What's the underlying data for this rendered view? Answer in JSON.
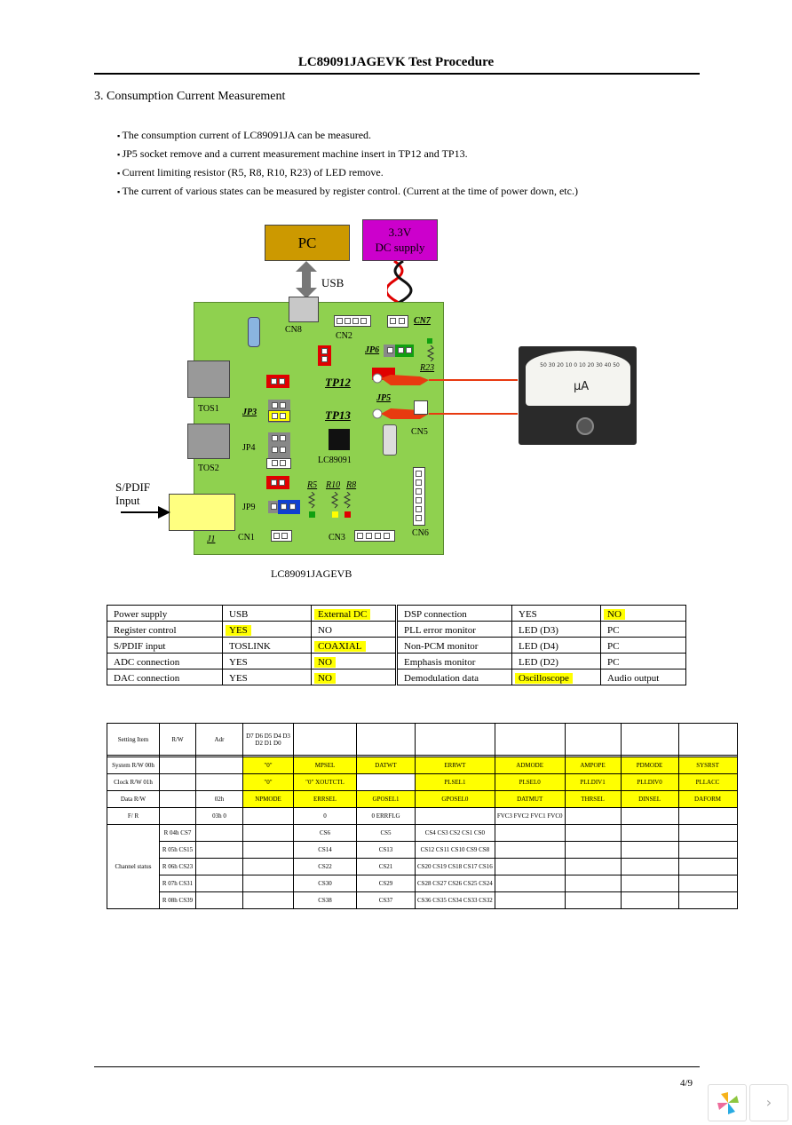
{
  "header": {
    "title": "LC89091JAGEVK Test Procedure"
  },
  "section": {
    "title": "3.  Consumption Current Measurement"
  },
  "bullets": [
    "The consumption current of LC89091JA can be measured.",
    "JP5 socket remove and a current measurement machine insert in TP12 and TP13.",
    "Current limiting resistor (R5, R8, R10, R23) of LED remove.",
    "The current of various states can be measured by register control. (Current at the time of power down, etc.)"
  ],
  "diagram": {
    "pc": "PC",
    "supply_line1": "3.3V",
    "supply_line2": "DC supply",
    "usb": "USB",
    "cn8": "CN8",
    "cn2": "CN2",
    "cn7": "CN7",
    "jp6": "JP6",
    "r23": "R23",
    "tp12": "TP12",
    "tp13": "TP13",
    "jp5": "JP5",
    "cn5": "CN5",
    "tos1": "TOS1",
    "tos2": "TOS2",
    "jp3": "JP3",
    "jp4": "JP4",
    "chip": "LC89091",
    "r5": "R5",
    "r10": "R10",
    "r8": "R8",
    "jp9": "JP9",
    "j1": "J1",
    "cn1": "CN1",
    "cn3": "CN3",
    "cn6": "CN6",
    "spdif_line1": "S/PDIF",
    "spdif_line2": "Input",
    "board_caption": "LC89091JAGEVB",
    "meter_unit": "µA",
    "meter_scale": "50 30 20 10 0 10 20 30 40 50",
    "colors": {
      "board": "#8fd14f",
      "pc": "#cc9900",
      "supply": "#cc00cc",
      "probe": "#e83a10"
    }
  },
  "config_table": {
    "rows": [
      {
        "l1": "Power supply",
        "l2": "USB",
        "l3": "External DC",
        "l3_hl": true,
        "r1": "DSP connection",
        "r2": "YES",
        "r3": "NO",
        "r3_hl": true
      },
      {
        "l1": "Register control",
        "l2": "YES",
        "l2_hl": true,
        "l3": "NO",
        "r1": "PLL error monitor",
        "r2": "LED (D3)",
        "r3": "PC"
      },
      {
        "l1": "S/PDIF input",
        "l2": "TOSLINK",
        "l3": "COAXIAL",
        "l3_hl": true,
        "r1": "Non-PCM monitor",
        "r2": "LED (D4)",
        "r3": "PC"
      },
      {
        "l1": "ADC connection",
        "l2": "YES",
        "l3": "NO",
        "l3_hl": true,
        "r1": "Emphasis monitor",
        "r2": "LED (D2)",
        "r3": "PC"
      },
      {
        "l1": "DAC connection",
        "l2": "YES",
        "l3": "NO",
        "l3_hl": true,
        "r1": "Demodulation data",
        "r2": "Oscilloscope",
        "r2_hl": true,
        "r3": "Audio output"
      }
    ]
  },
  "register_table": {
    "header": [
      "Setting Item",
      "R/W",
      "Adr",
      "D7 D6 D5 D4 D3 D2 D1 D0",
      "",
      "",
      "",
      "",
      "",
      "",
      ""
    ],
    "rows": [
      [
        "System R/W 00h",
        "",
        "",
        "\"0\"",
        "MPSEL",
        "DATWT",
        "ERRWT",
        "ADMODE",
        "AMPOPE",
        "PDMODE",
        "SYSRST"
      ],
      [
        "Clock R/W 01h",
        "",
        "",
        "\"0\"",
        "\"0\" XOUTCTL",
        "",
        "PLSEL1",
        "PLSEL0",
        "PLLDIV1",
        "PLLDIV0",
        "PLLACC"
      ],
      [
        "Data R/W",
        "",
        "02h",
        "NPMODE",
        "ERRSEL",
        "GPOSEL1",
        "GPOSEL0",
        "DATMUT",
        "THRSEL",
        "DINSEL",
        "DAFORM"
      ],
      [
        "F/ R",
        "",
        "03h 0",
        "",
        "0",
        "0 ERRFLG",
        "",
        "FVC3 FVC2 FVC1 FVC0",
        "",
        "",
        ""
      ],
      [
        "",
        "R 04h CS7",
        "",
        "",
        "CS6",
        "CS5",
        "CS4 CS3 CS2 CS1 CS0",
        "",
        "",
        "",
        ""
      ],
      [
        "",
        "R 05h CS15",
        "",
        "",
        "CS14",
        "CS13",
        "CS12 CS11 CS10 CS9 CS8",
        "",
        "",
        "",
        ""
      ],
      [
        "",
        "R 06h CS23",
        "",
        "",
        "CS22",
        "CS21",
        "CS20 CS19 CS18 CS17 CS16",
        "",
        "",
        "",
        ""
      ],
      [
        "",
        "R 07h CS31",
        "",
        "",
        "CS30",
        "CS29",
        "CS28 CS27 CS26 CS25 CS24",
        "",
        "",
        "",
        ""
      ],
      [
        "",
        "R 08h CS39",
        "",
        "",
        "CS38",
        "CS37",
        "CS36 CS35 CS34 CS33 CS32",
        "",
        "",
        "",
        ""
      ]
    ],
    "group_label": "Channel status"
  },
  "footer": {
    "page": "4/9"
  }
}
